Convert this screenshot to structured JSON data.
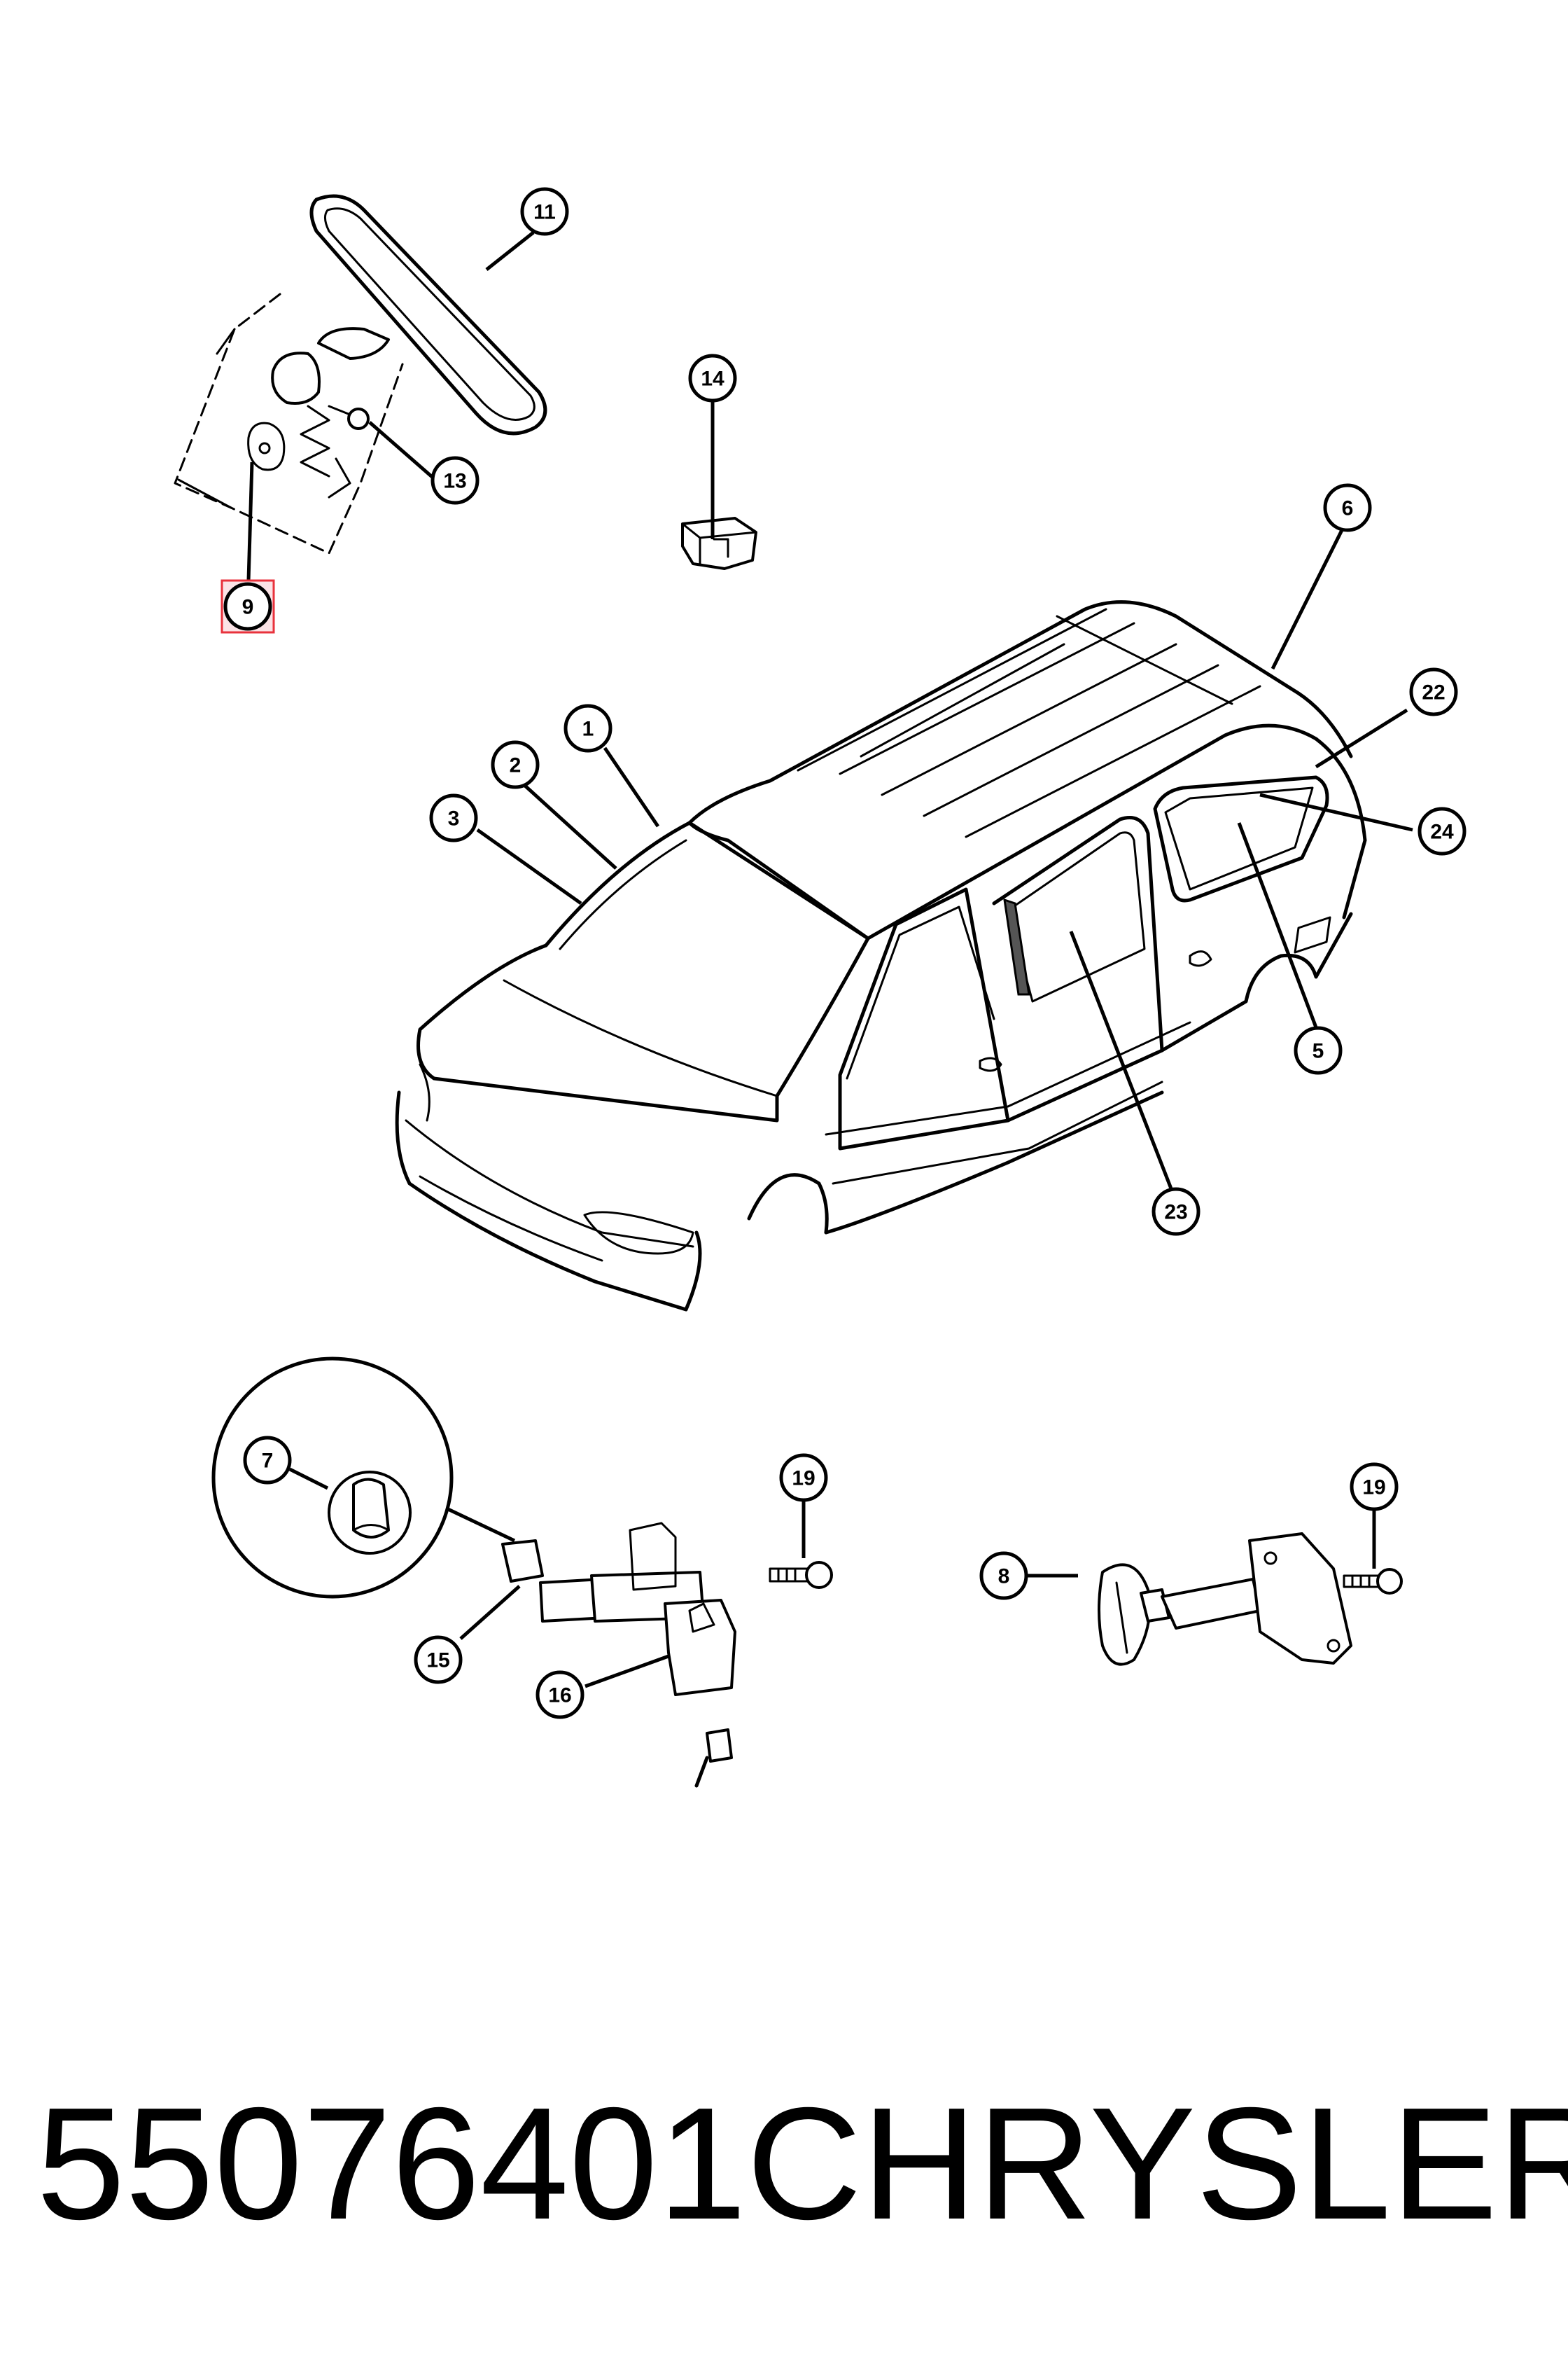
{
  "footer": {
    "part_number": "55076401",
    "brand": "CHRYSLER"
  },
  "highlight_color": "#e8323c",
  "callouts": [
    {
      "id": "c1",
      "label": "1"
    },
    {
      "id": "c2",
      "label": "2"
    },
    {
      "id": "c3",
      "label": "3"
    },
    {
      "id": "c5",
      "label": "5"
    },
    {
      "id": "c6",
      "label": "6"
    },
    {
      "id": "c7",
      "label": "7"
    },
    {
      "id": "c8",
      "label": "8"
    },
    {
      "id": "c9",
      "label": "9",
      "highlighted": true
    },
    {
      "id": "c11",
      "label": "11"
    },
    {
      "id": "c13",
      "label": "13"
    },
    {
      "id": "c14",
      "label": "14"
    },
    {
      "id": "c15",
      "label": "15"
    },
    {
      "id": "c16",
      "label": "16"
    },
    {
      "id": "c19a",
      "label": "19"
    },
    {
      "id": "c19b",
      "label": "19"
    },
    {
      "id": "c22",
      "label": "22"
    },
    {
      "id": "c23",
      "label": "23"
    },
    {
      "id": "c24",
      "label": "24"
    }
  ]
}
